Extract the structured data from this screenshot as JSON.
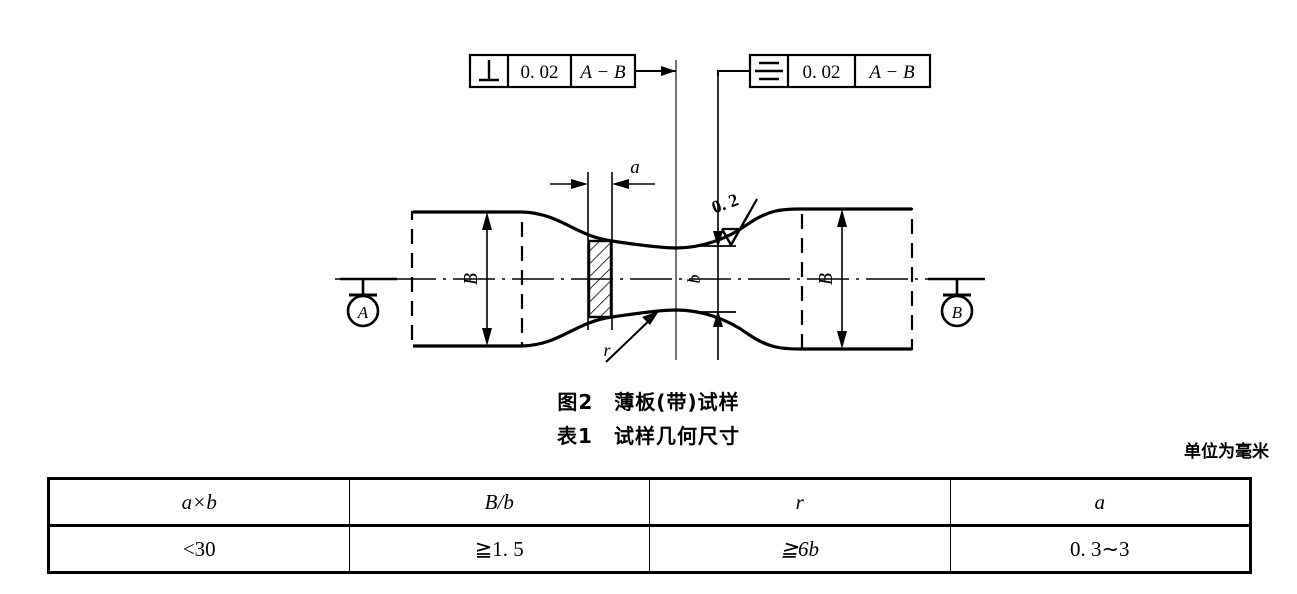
{
  "figure": {
    "tolerance_frames": [
      {
        "symbol_name": "perpendicularity-symbol",
        "symbol_glyph": "⊥",
        "tolerance_value": "0. 02",
        "datum_reference": "A − B"
      },
      {
        "symbol_name": "symmetry-symbol",
        "symbol_glyph": "≡",
        "tolerance_value": "0. 02",
        "datum_reference": "A − B"
      }
    ],
    "datums": [
      {
        "name": "datum-a",
        "label": "A"
      },
      {
        "name": "datum-b",
        "label": "B"
      }
    ],
    "dimension_labels": {
      "thickness_a": "a",
      "width_left_B": "B",
      "width_right_B": "B",
      "waist_b": "b",
      "radius_r": "r"
    },
    "surface_finish": {
      "name": "surface-roughness-callout",
      "value": "0. 2"
    }
  },
  "captions": {
    "figure_caption": "图2　薄板(带)试样",
    "table_caption": "表1　试样几何尺寸",
    "unit_note": "单位为毫米"
  },
  "table": {
    "headers": [
      "a×b",
      "B/b",
      "r",
      "a"
    ],
    "rows": [
      [
        "<30",
        "≧1. 5",
        "≧6b",
        "0. 3∼3"
      ]
    ]
  },
  "colors": {
    "ink": "#000000",
    "paper": "#ffffff"
  }
}
